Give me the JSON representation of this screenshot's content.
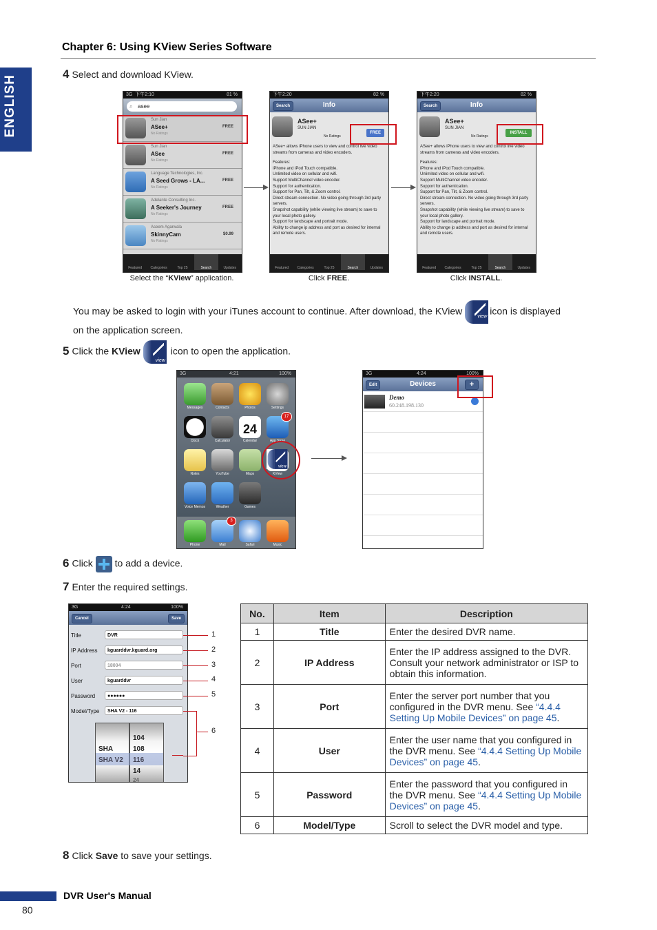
{
  "sidebar_tab": "ENGLISH",
  "chapter_title": "Chapter 6: Using KView Series Software",
  "steps": {
    "s4": {
      "num": "4",
      "text": "Select and download KView."
    },
    "s5_pre": "5",
    "s5_a": "Click the ",
    "s5_b": "KView",
    "s5_c": " icon to open the application.",
    "s6_num": "6",
    "s6_a": "Click ",
    "s6_b": " to add a device.",
    "s7": {
      "num": "7",
      "text": "Enter the required settings."
    },
    "s8_num": "8",
    "s8_a": "Click ",
    "s8_b": "Save",
    "s8_c": " to save your settings."
  },
  "download_note_a": "You may be asked to login with your iTunes account to continue. After download, the KView",
  "download_note_b": "icon is displayed",
  "download_note_c": "on the application screen.",
  "captions": {
    "c1_a": "Select the “",
    "c1_b": "KView",
    "c1_c": "” application.",
    "c2_a": "Click ",
    "c2_b": "FREE",
    "c2_c": ".",
    "c3_a": "Click ",
    "c3_b": "INSTALL",
    "c3_c": "."
  },
  "screen1": {
    "status_carrier": "3G",
    "status_time": "下午2:10",
    "status_batt": "81 %",
    "search_value": "asee",
    "rows": [
      {
        "vendor": "Sun Jian",
        "name": "ASee+",
        "rating": "No Ratings",
        "price": "FREE"
      },
      {
        "vendor": "Sun Jian",
        "name": "ASee",
        "rating": "No Ratings",
        "price": "FREE"
      },
      {
        "vendor": "Language Technologies, Inc.",
        "name": "A Seed Grows - LA...",
        "rating": "No Ratings",
        "price": "FREE"
      },
      {
        "vendor": "Adelante Consulting Inc.",
        "name": "A Seeker's Journey",
        "rating": "No Ratings",
        "price": "FREE"
      },
      {
        "vendor": "Aseem Agarwala",
        "name": "SkinnyCam",
        "rating": "No Ratings",
        "price": "$0.99"
      }
    ],
    "tabs": [
      "Featured",
      "Categories",
      "Top 25",
      "Search",
      "Updates"
    ]
  },
  "screen2": {
    "status_time": "下午2:20",
    "status_batt": "82 %",
    "nav_back": "Search",
    "nav_title": "Info",
    "app_name": "ASee+",
    "app_vendor": "SUN JIAN",
    "rating": "No Ratings",
    "button": "FREE",
    "description": "ASee+ allows iPhone users to view and control live video streams from cameras and video encoders.",
    "features_title": "Features:",
    "features": [
      "iPhone and iPod Touch compatible.",
      "Unlimited video on cellular and wifi.",
      "Support MultiChannel video encoder.",
      "Support for authentication.",
      "Support for Pan, Tilt, & Zoom control.",
      "Direct stream connection. No video going through 3rd party servers.",
      "Snapshot capability (while viewing live stream) to save to your local photo gallery.",
      "Support for landscape and portrait mode.",
      "Ability to change ip address and port as desired for internal and remote users."
    ]
  },
  "screen3": {
    "status_time": "下午2:20",
    "status_batt": "82 %",
    "nav_back": "Search",
    "nav_title": "Info",
    "app_name": "ASee+",
    "app_vendor": "SUN JIAN",
    "rating": "No Ratings",
    "button": "INSTALL"
  },
  "home": {
    "status_carrier": "3G",
    "status_time": "4:21",
    "status_batt": "100%",
    "apps": [
      "Messages",
      "Contacts",
      "Photos",
      "Settings",
      "Clock",
      "Calculator",
      "Calendar",
      "App Store",
      "Notes",
      "YouTube",
      "Maps",
      "KView",
      "Voice Memos",
      "Weather",
      "Games"
    ],
    "dock": [
      "Phone",
      "Mail",
      "Safari",
      "Music"
    ],
    "calendar_day": "24",
    "appstore_badge": "17",
    "mail_badge": "3"
  },
  "devices": {
    "status_carrier": "3G",
    "status_time": "4:24",
    "status_batt": "100%",
    "edit": "Edit",
    "title": "Devices",
    "add": "+",
    "device_name": "Demo",
    "device_ip": "60.248.198.130"
  },
  "form": {
    "status_carrier": "3G",
    "status_time": "4:24",
    "status_batt": "100%",
    "cancel": "Cancel",
    "save": "Save",
    "fields": [
      {
        "label": "Title",
        "value": "DVR"
      },
      {
        "label": "IP Address",
        "value": "kguarddvr.kguard.org"
      },
      {
        "label": "Port",
        "value": "18004"
      },
      {
        "label": "User",
        "value": "kguarddvr"
      },
      {
        "label": "Password",
        "value": "●●●●●●"
      },
      {
        "label": "Model/Type",
        "value": "SHA V2 - 116"
      }
    ],
    "picker_left": [
      "SHA",
      "SHA V2"
    ],
    "picker_right": [
      "104",
      "108",
      "116",
      "14",
      "24"
    ],
    "callouts": [
      "1",
      "2",
      "3",
      "4",
      "5",
      "6"
    ]
  },
  "table": {
    "headers": [
      "No.",
      "Item",
      "Description"
    ],
    "rows": [
      {
        "no": "1",
        "item": "Title",
        "desc": "Enter the desired DVR name.",
        "link": "",
        "tail": ""
      },
      {
        "no": "2",
        "item": "IP Address",
        "desc": "Enter the IP address assigned to the DVR. Consult your network administrator or ISP to obtain this information.",
        "link": "",
        "tail": ""
      },
      {
        "no": "3",
        "item": "Port",
        "desc": "Enter the server port number that you configured in the DVR menu. See ",
        "link": "“4.4.4 Setting Up Mobile Devices” on page 45",
        "tail": "."
      },
      {
        "no": "4",
        "item": "User",
        "desc": "Enter the user name that you configured in the DVR menu. See ",
        "link": "“4.4.4 Setting Up Mobile Devices” on page 45",
        "tail": "."
      },
      {
        "no": "5",
        "item": "Password",
        "desc": "Enter the password that you configured in the DVR menu. See ",
        "link": "“4.4.4 Setting Up Mobile Devices” on page 45",
        "tail": "."
      },
      {
        "no": "6",
        "item": "Model/Type",
        "desc": "Scroll to select the DVR model and type.",
        "link": "",
        "tail": ""
      }
    ]
  },
  "footer": {
    "manual": "DVR User's Manual",
    "page": "80"
  },
  "colors": {
    "brand_blue": "#1f3f8a",
    "highlight_red": "#d0161e",
    "link_blue": "#2a5fa8"
  }
}
